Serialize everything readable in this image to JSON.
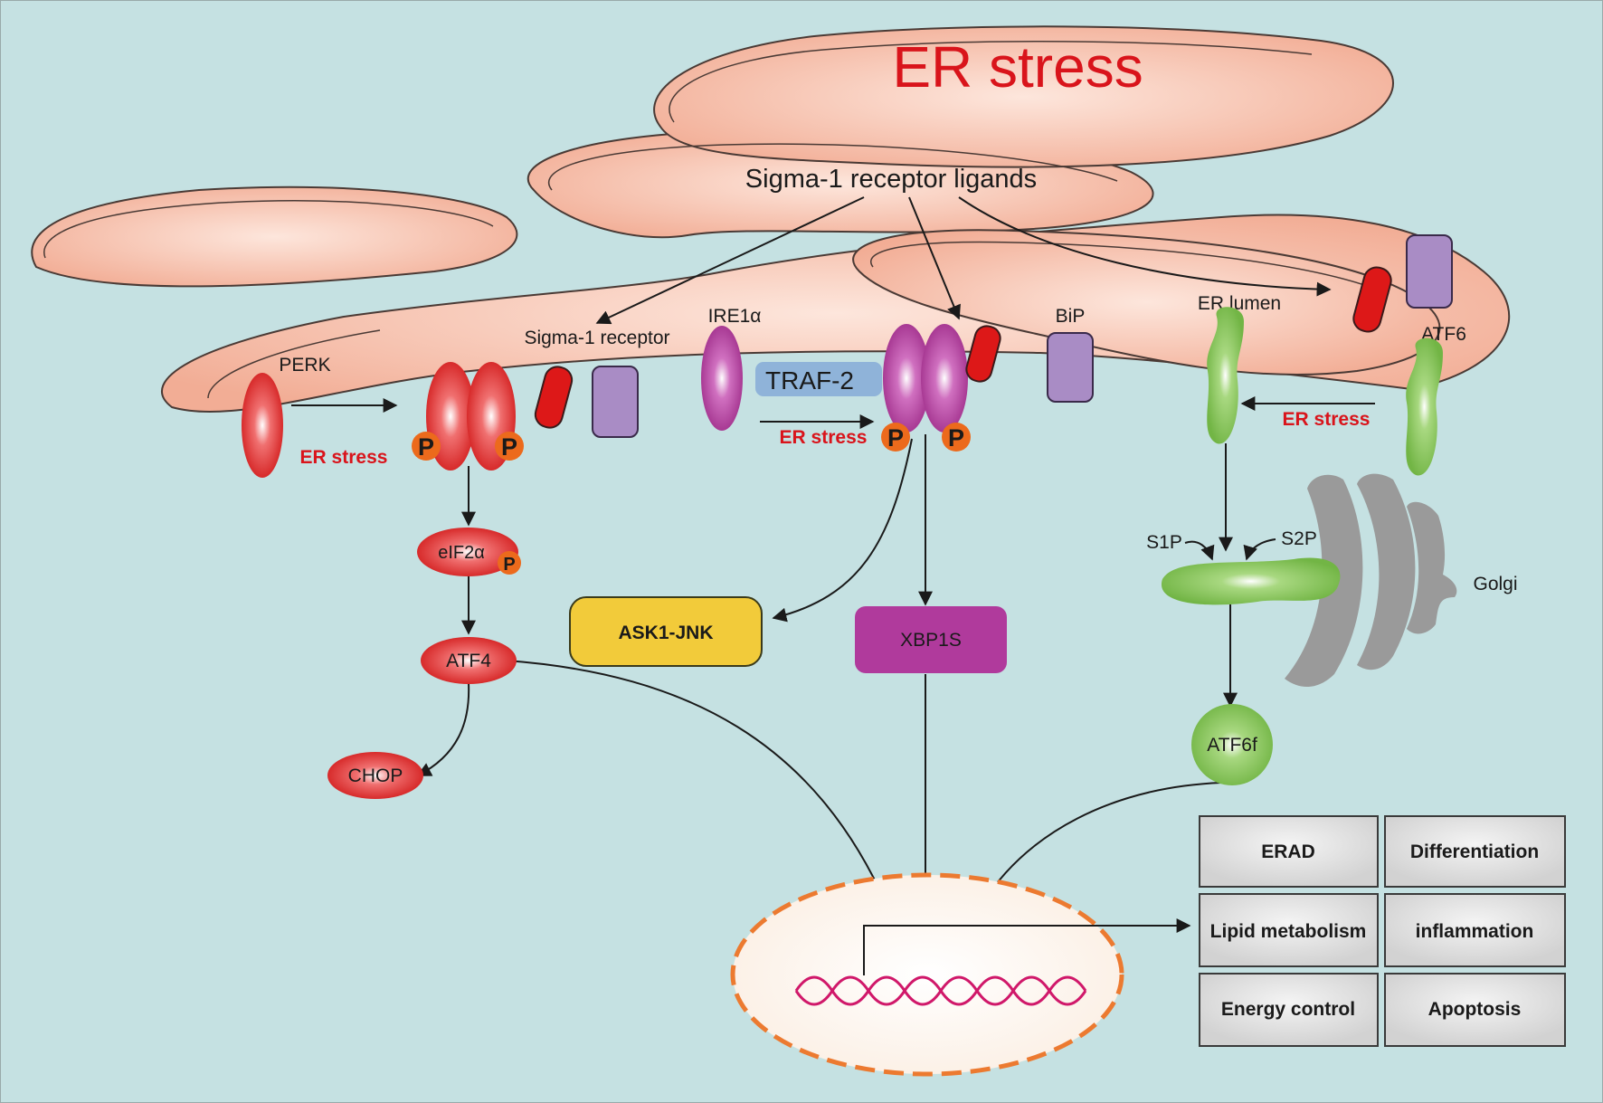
{
  "title": "ER stress",
  "ligands": "Sigma-1 receptor ligands",
  "labels": {
    "sigma1": "Sigma-1 receptor",
    "ire1": "IRE1α",
    "bip": "BiP",
    "er_lumen": "ER lumen",
    "atf6": "ATF6",
    "perk": "PERK",
    "traf2": "TRAF-2",
    "er_stress_perk": "ER stress",
    "er_stress_ire1": "ER stress",
    "er_stress_atf6": "ER stress",
    "p": "P",
    "eif2a": "eIF2α",
    "atf4": "ATF4",
    "chop": "CHOP",
    "ask1": "ASK1-JNK",
    "xbp1s": "XBP1S",
    "s1p": "S1P",
    "s2p": "S2P",
    "golgi": "Golgi",
    "atf6f": "ATF6f"
  },
  "outcomes": [
    "ERAD",
    "Differentiation",
    "Lipid metabolism",
    "inflammation",
    "Energy control",
    "Apoptosis"
  ],
  "colors": {
    "background": "#c5e1e2",
    "er_fill": "#f4b7a1",
    "red_text": "#d9141b",
    "perk": "#e23a3a",
    "ire1": "#b03a9c",
    "bip": "#a98cc5",
    "atf6": "#86c55a",
    "ask1": "#f2cb3a",
    "golgi": "#9a9a9a",
    "phospho": "#ec6a1c",
    "traf2": "#8fb3d9",
    "nucleus_border": "#ec7a30",
    "dna": "#d0186a"
  }
}
